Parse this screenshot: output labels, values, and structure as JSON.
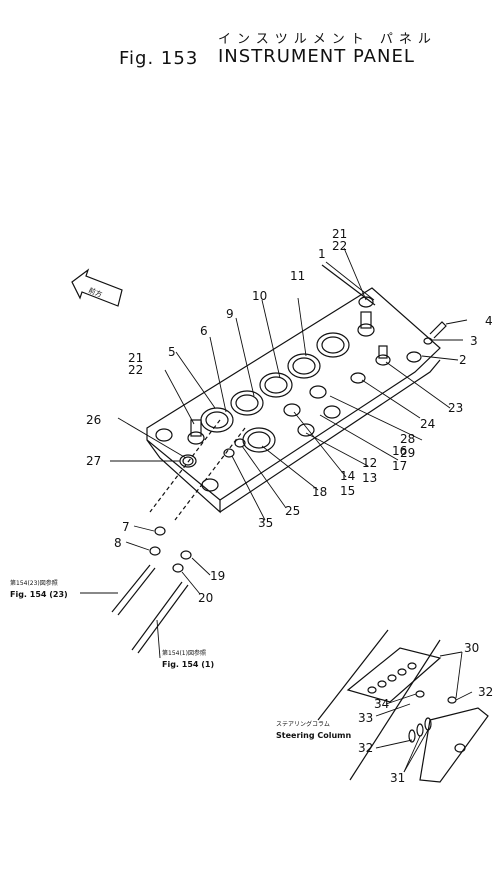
{
  "title": {
    "japanese": "インスツルメント パネル",
    "fig": "Fig. 153",
    "english": "INSTRUMENT PANEL"
  },
  "callouts": [
    "1",
    "2",
    "3",
    "4",
    "5",
    "6",
    "7",
    "8",
    "9",
    "10",
    "11",
    "12",
    "13",
    "14",
    "15",
    "16",
    "17",
    "18",
    "19",
    "20",
    "21",
    "22",
    "23",
    "24",
    "25",
    "26",
    "27",
    "28",
    "29",
    "30",
    "31",
    "32",
    "33",
    "34",
    "35"
  ],
  "references": [
    {
      "jp": "第154(23)図参照",
      "en": "Fig. 154 (23)"
    },
    {
      "jp": "第154(1)図参照",
      "en": "Fig. 154 (1)"
    }
  ],
  "steering": {
    "jp": "ステアリングコラム",
    "en": "Steering Column"
  },
  "front_arrow": "前方"
}
